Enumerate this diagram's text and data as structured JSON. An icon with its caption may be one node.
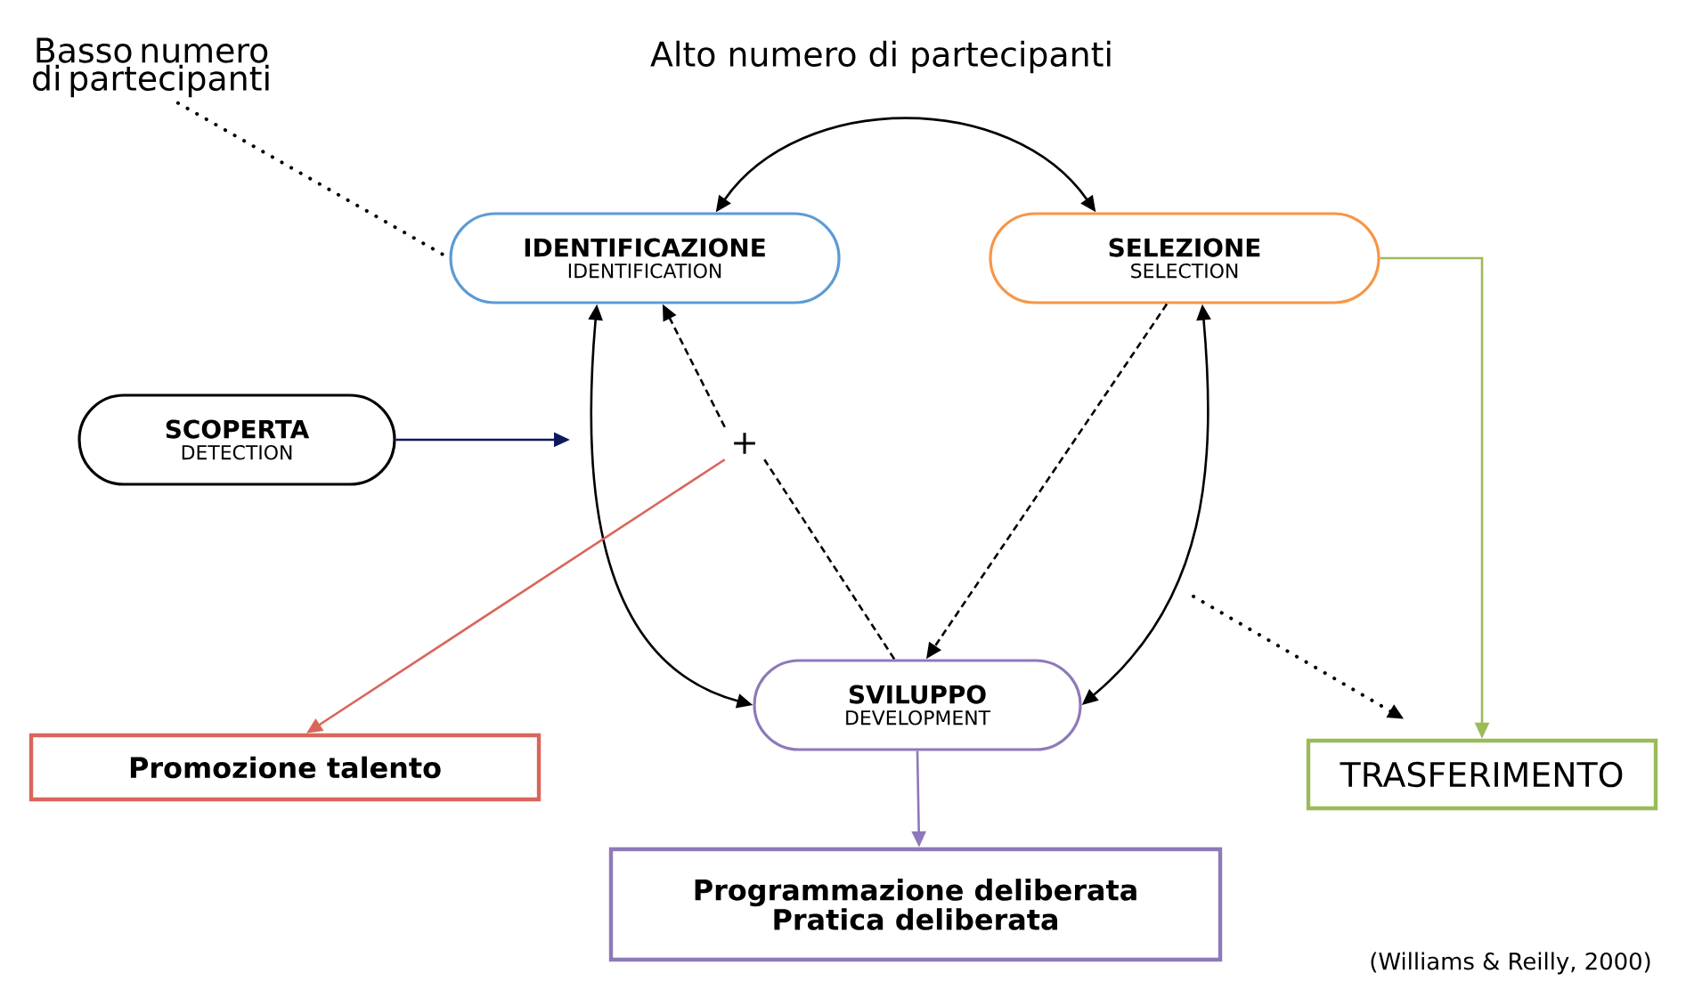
{
  "diagram": {
    "nodes": [
      {
        "text": [
          "Basso numero di partecipanti"
        ]
      },
      {
        "text": [
          "IDENTIFICAZIONE",
          "IDENTIFICATION"
        ]
      },
      {
        "text": [
          "SELEZIONE",
          "SELECTION"
        ]
      },
      {
        "text": [
          "SCOPERTA",
          "DETECTION"
        ]
      },
      {
        "text": [
          "+"
        ]
      },
      {
        "text": [
          "SVILUPPO",
          "DEVELOPMENT"
        ]
      },
      {
        "text": [
          "Promozione talento"
        ]
      },
      {
        "text": [
          "TRASFERIMENTO"
        ]
      },
      {
        "text": [
          "Programmazione deliberata",
          "Pratica deliberata"
        ]
      }
    ],
    "edges": [
      {
        "from": 1,
        "to": 2,
        "arrow": "both"
      },
      {
        "from": 2,
        "to": 5,
        "arrow": "both"
      },
      {
        "from": 5,
        "to": 1,
        "arrow": "both"
      },
      {
        "from": 3,
        "to": null,
        "arrow": "to",
        "color": "#0d1a5c"
      },
      {
        "from": 5,
        "to": 4,
        "arrow": "none",
        "style": "dashed"
      },
      {
        "from": 4,
        "to": 1,
        "arrow": "to",
        "style": "dashed"
      },
      {
        "from": 2,
        "to": 5,
        "arrow": "to",
        "style": "dashed"
      },
      {
        "from": 4,
        "to": 6,
        "arrow": "to",
        "color": "#d9665b"
      },
      {
        "from": 2,
        "to": 7,
        "arrow": "to",
        "color": "#9bbb59"
      },
      {
        "from": 5,
        "to": 8,
        "arrow": "to",
        "color": "#8e79b9"
      },
      {
        "from": 0,
        "to": 1,
        "arrow": "none",
        "style": "dashed"
      },
      {
        "from": null,
        "to": 7,
        "arrow": "to",
        "style": "dashed"
      }
    ],
    "labels": [
      "Alto numero di partecipanti",
      "(Williams & Reilly, 2000)"
    ]
  }
}
